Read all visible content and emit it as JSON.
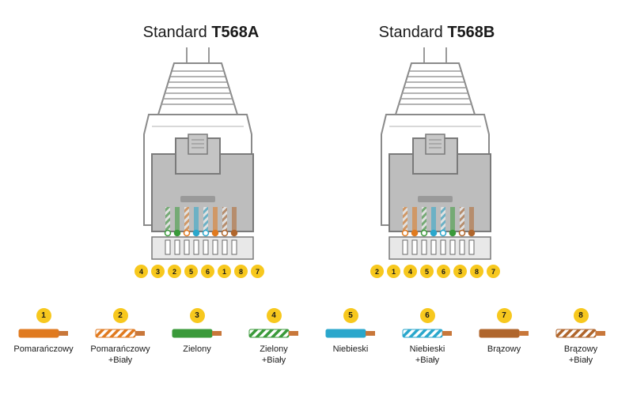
{
  "standard_a": {
    "prefix": "Standard ",
    "name": "T568A",
    "order": [
      "4",
      "3",
      "2",
      "5",
      "6",
      "1",
      "8",
      "7"
    ]
  },
  "standard_b": {
    "prefix": "Standard ",
    "name": "T568B",
    "order": [
      "2",
      "1",
      "4",
      "5",
      "6",
      "3",
      "8",
      "7"
    ]
  },
  "legend": [
    {
      "number": "1",
      "label1": "Pomarańczowy",
      "label2": "",
      "color": "#e07a1f",
      "striped": false
    },
    {
      "number": "2",
      "label1": "Pomarańczowy",
      "label2": "+Biały",
      "color": "#e07a1f",
      "striped": true
    },
    {
      "number": "3",
      "label1": "Zielony",
      "label2": "",
      "color": "#3a9a3a",
      "striped": false
    },
    {
      "number": "4",
      "label1": "Zielony",
      "label2": "+Biały",
      "color": "#3a9a3a",
      "striped": true
    },
    {
      "number": "5",
      "label1": "Niebieski",
      "label2": "",
      "color": "#2aa7cc",
      "striped": false
    },
    {
      "number": "6",
      "label1": "Niebieski",
      "label2": "+Biały",
      "color": "#2aa7cc",
      "striped": true
    },
    {
      "number": "7",
      "label1": "Brązowy",
      "label2": "",
      "color": "#b0662c",
      "striped": false
    },
    {
      "number": "8",
      "label1": "Brązowy",
      "label2": "+Biały",
      "color": "#b0662c",
      "striped": true
    }
  ],
  "colors": {
    "badge": "#f7c81e",
    "copper": "#c8773a",
    "connector_grey": "#b9b9b9"
  }
}
